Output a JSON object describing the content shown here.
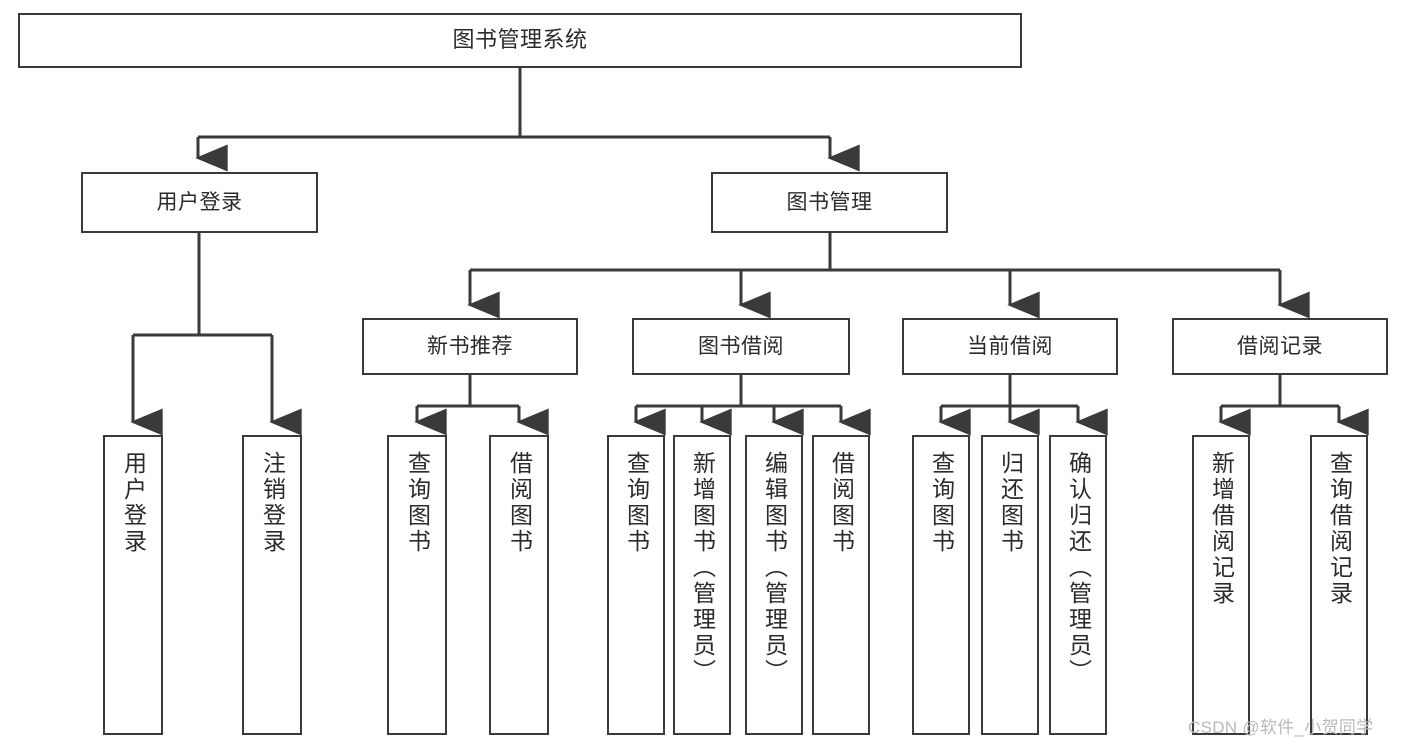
{
  "diagram": {
    "title": "图书管理系统",
    "type": "tree-hierarchy",
    "watermark": "CSDN @软件_小贺同学",
    "colors": {
      "background": "#ffffff",
      "node_border": "#3a3a3a",
      "node_fill": "#ffffff",
      "text": "#2b2b2b",
      "link": "#3a3a3a",
      "watermark": "#b9b9b9"
    },
    "levels": {
      "root": {
        "label": "图书管理系统"
      },
      "level2": [
        {
          "label": "用户登录"
        },
        {
          "label": "图书管理"
        }
      ],
      "level3": [
        {
          "label": "新书推荐"
        },
        {
          "label": "图书借阅"
        },
        {
          "label": "当前借阅"
        },
        {
          "label": "借阅记录"
        }
      ]
    },
    "leaves": {
      "user_login": [
        {
          "label": "用户登录"
        },
        {
          "label": "注销登录"
        }
      ],
      "new_book_recommend": [
        {
          "label": "查询图书"
        },
        {
          "label": "借阅图书"
        }
      ],
      "book_borrow": [
        {
          "label": "查询图书"
        },
        {
          "label": "新增图书（管理员）"
        },
        {
          "label": "编辑图书（管理员）"
        },
        {
          "label": "借阅图书"
        }
      ],
      "current_borrow": [
        {
          "label": "查询图书"
        },
        {
          "label": "归还图书"
        },
        {
          "label": "确认归还（管理员）"
        }
      ],
      "borrow_record": [
        {
          "label": "新增借阅记录"
        },
        {
          "label": "查询借阅记录"
        }
      ]
    }
  }
}
